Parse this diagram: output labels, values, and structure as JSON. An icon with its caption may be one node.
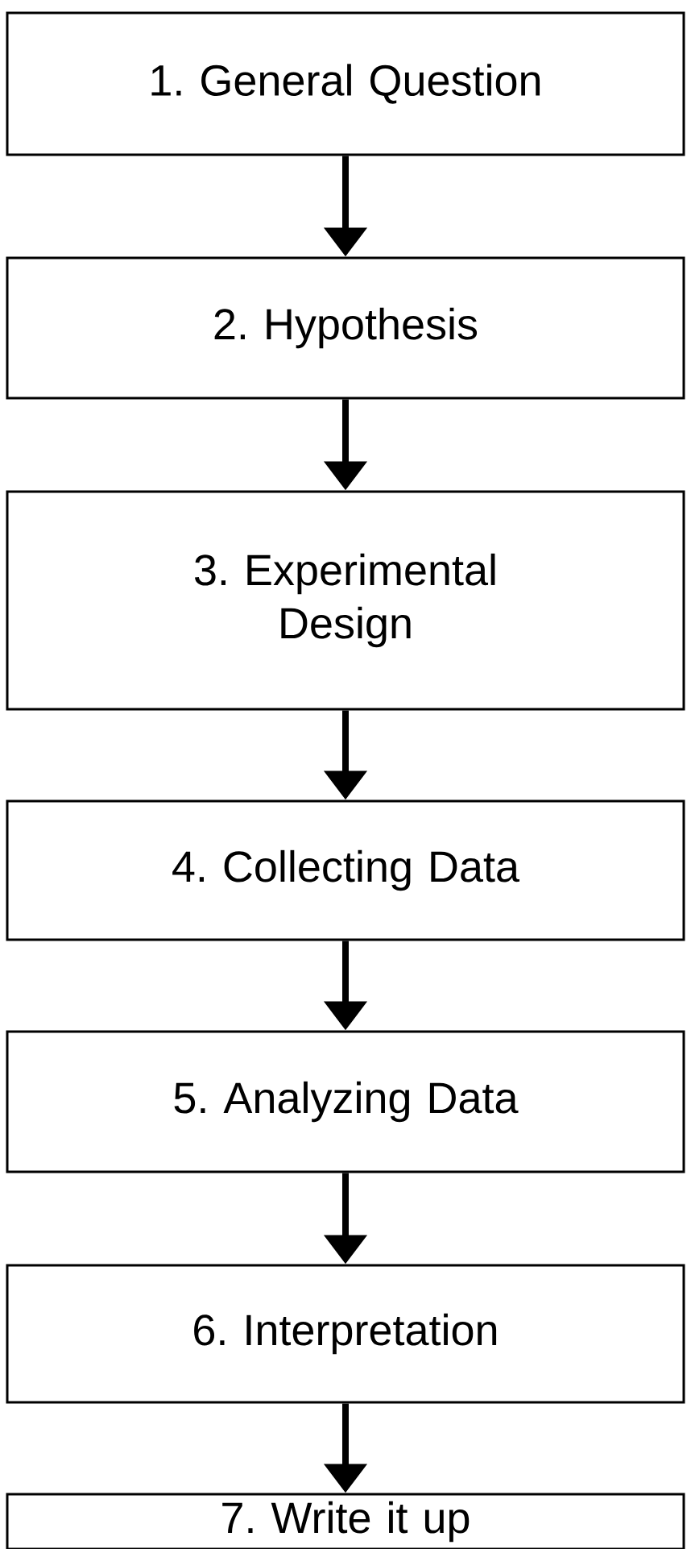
{
  "diagram": {
    "nodes": [
      {
        "text": [
          "1. General Question"
        ]
      },
      {
        "text": [
          "2. Hypothesis"
        ]
      },
      {
        "text": [
          "3. Experimental Design"
        ]
      },
      {
        "text": [
          "4. Collecting Data"
        ]
      },
      {
        "text": [
          "5. Analyzing Data"
        ]
      },
      {
        "text": [
          "6. Interpretation"
        ]
      },
      {
        "text": [
          "7. Write it up"
        ]
      }
    ],
    "edges": [
      {
        "from": 0,
        "to": 1,
        "arrow": "to"
      },
      {
        "from": 1,
        "to": 2,
        "arrow": "to"
      },
      {
        "from": 2,
        "to": 3,
        "arrow": "to"
      },
      {
        "from": 3,
        "to": 4,
        "arrow": "to"
      },
      {
        "from": 4,
        "to": 5,
        "arrow": "to"
      },
      {
        "from": 5,
        "to": 6,
        "arrow": "to"
      }
    ]
  }
}
